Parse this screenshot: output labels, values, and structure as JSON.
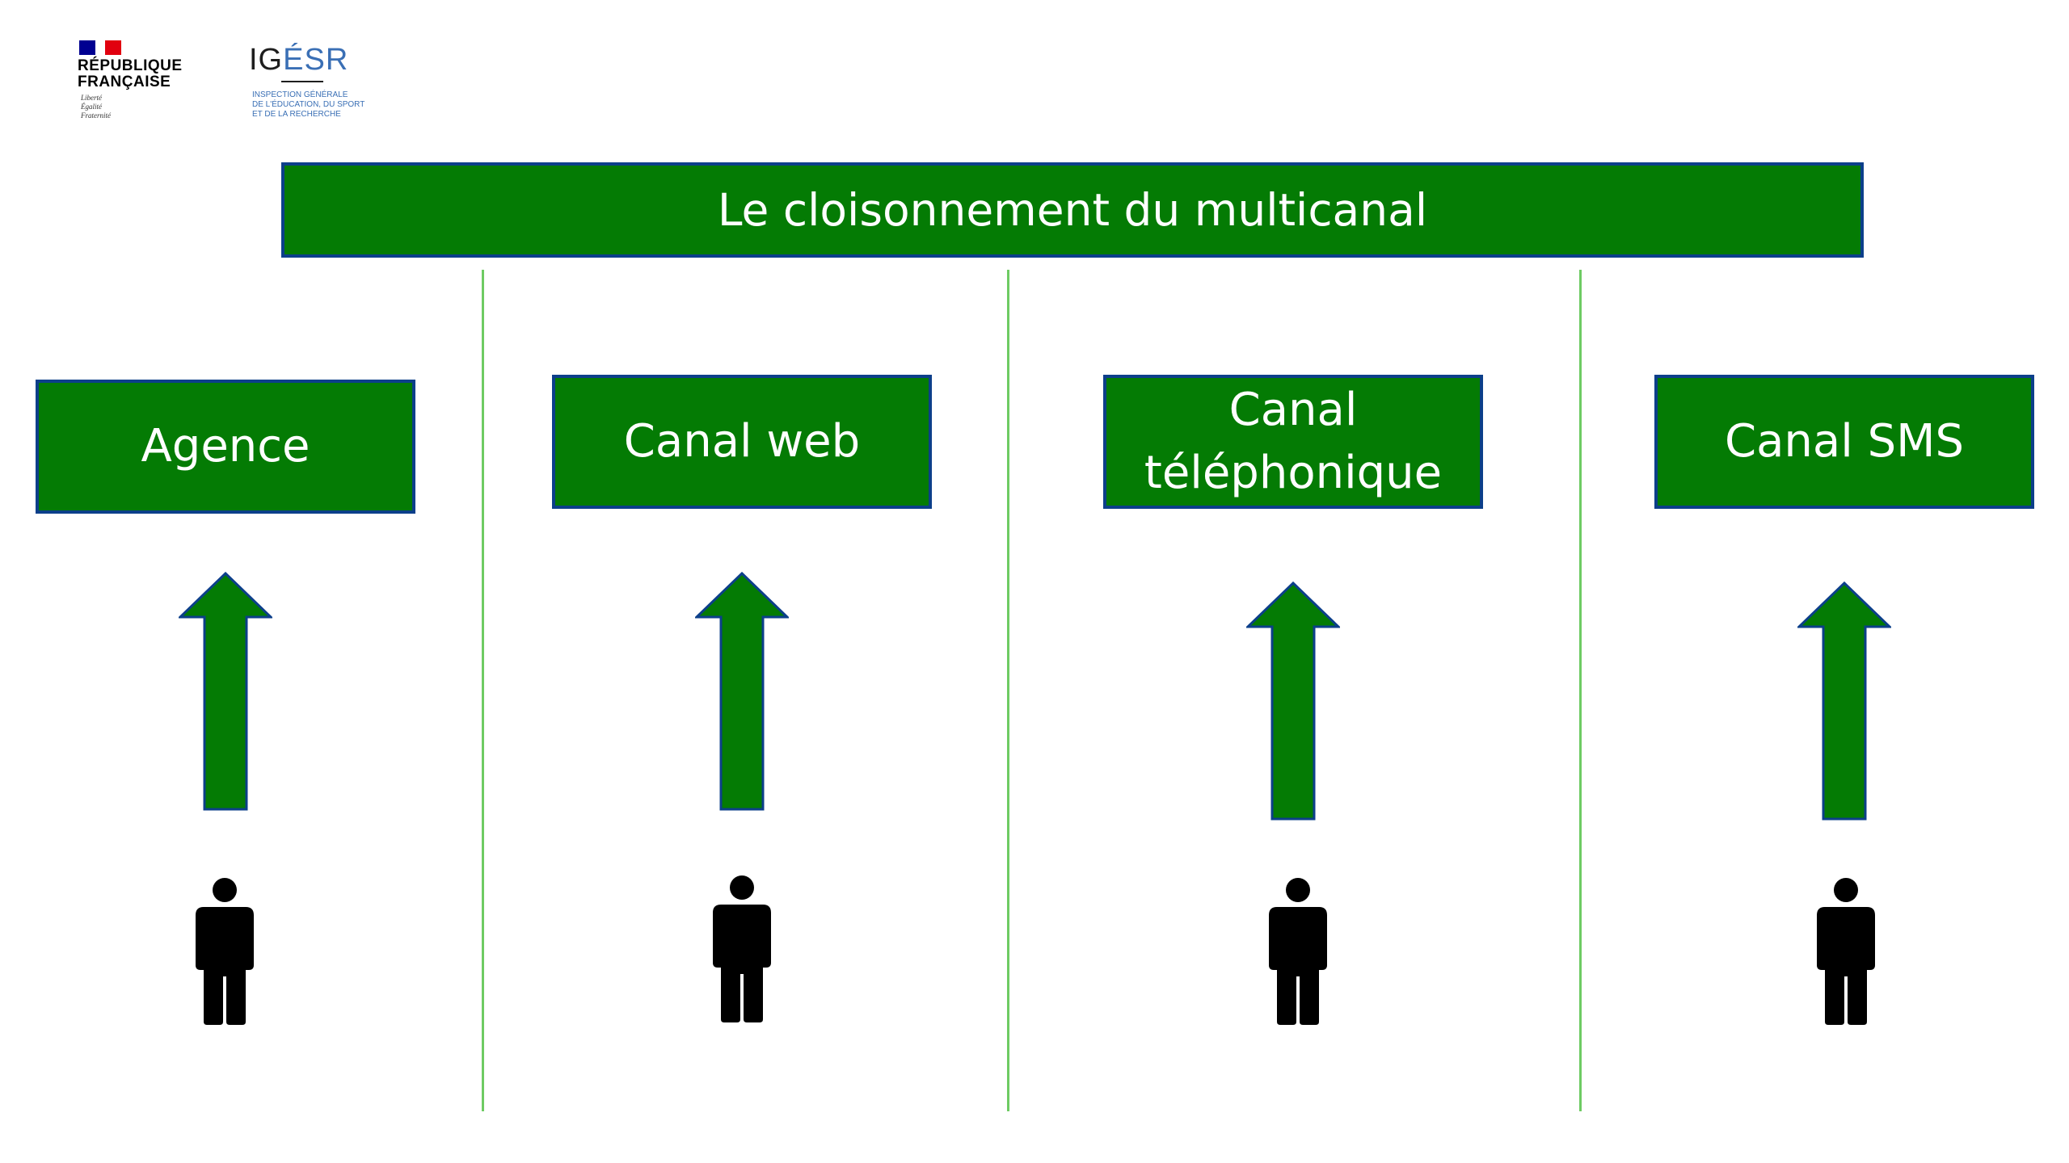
{
  "logos": {
    "republique": {
      "name": "RÉPUBLIQUE\nFRANÇAISE",
      "motto": "Liberté\nÉgalité\nFraternité"
    },
    "igesr": {
      "title_prefix": "IG",
      "title_accent": "ÉSR",
      "subtitle": "INSPECTION GÉNÉRALE\nDE L'ÉDUCATION, DU SPORT\nET DE LA RECHERCHE"
    }
  },
  "title": "Le cloisonnement du multicanal",
  "channels": [
    {
      "label": "Agence"
    },
    {
      "label": "Canal web"
    },
    {
      "label": "Canal\ntéléphonique"
    },
    {
      "label": "Canal SMS"
    }
  ],
  "colors": {
    "box_fill": "#047b04",
    "box_border": "#0c3f8a",
    "arrow_fill": "#047b04",
    "separator": "#6ecb63",
    "person": "#000000"
  },
  "icons": {
    "arrow": "arrow-up-icon",
    "person": "person-icon",
    "flag": "french-flag-icon"
  }
}
